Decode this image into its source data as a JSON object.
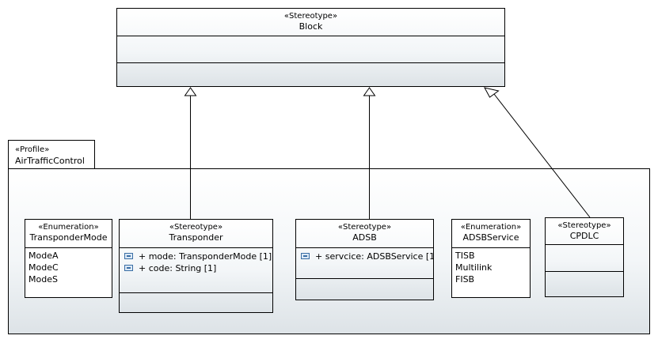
{
  "metaclass": {
    "stereotype": "«Stereotype»",
    "name": "Block"
  },
  "profile": {
    "stereotype": "«Profile»",
    "name": "AirTrafficControl"
  },
  "transponder_mode": {
    "stereotype": "«Enumeration»",
    "name": "TransponderMode",
    "literals": [
      "ModeA",
      "ModeC",
      "ModeS"
    ]
  },
  "transponder": {
    "stereotype": "«Stereotype»",
    "name": "Transponder",
    "attributes": [
      "+ mode: TransponderMode [1]",
      "+ code: String [1]"
    ]
  },
  "adsb": {
    "stereotype": "«Stereotype»",
    "name": "ADSB",
    "attributes": [
      "+ servcice: ADSBService [1]"
    ]
  },
  "adsb_service": {
    "stereotype": "«Enumeration»",
    "name": "ADSBService",
    "literals": [
      "TISB",
      "Multilink",
      "FISB"
    ]
  },
  "cpdlc": {
    "stereotype": "«Stereotype»",
    "name": "CPDLC"
  },
  "colors": {
    "border": "#000000",
    "gradient_top": "#ffffff",
    "gradient_bottom": "#dde3e7",
    "attribute_icon": "#3a6ea5"
  }
}
